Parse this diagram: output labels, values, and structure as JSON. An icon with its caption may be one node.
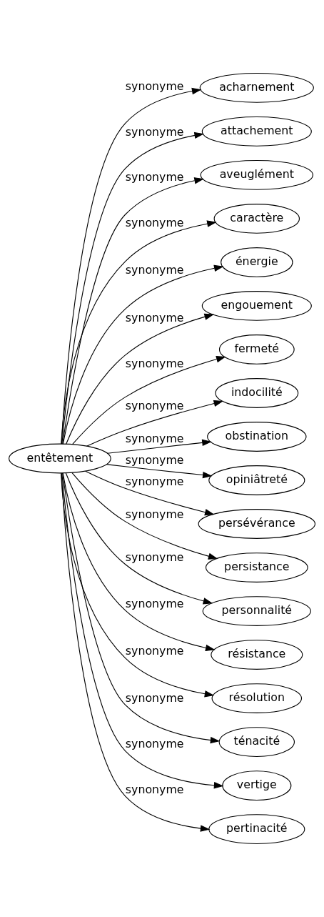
{
  "diagram": {
    "nodes": [
      {
        "text": [
          "entêtement"
        ]
      },
      {
        "text": [
          "acharnement"
        ]
      },
      {
        "text": [
          "attachement"
        ]
      },
      {
        "text": [
          "aveuglément"
        ]
      },
      {
        "text": [
          "caractère"
        ]
      },
      {
        "text": [
          "énergie"
        ]
      },
      {
        "text": [
          "engouement"
        ]
      },
      {
        "text": [
          "fermeté"
        ]
      },
      {
        "text": [
          "indocilité"
        ]
      },
      {
        "text": [
          "obstination"
        ]
      },
      {
        "text": [
          "opiniâtreté"
        ]
      },
      {
        "text": [
          "persévérance"
        ]
      },
      {
        "text": [
          "persistance"
        ]
      },
      {
        "text": [
          "personnalité"
        ]
      },
      {
        "text": [
          "résistance"
        ]
      },
      {
        "text": [
          "résolution"
        ]
      },
      {
        "text": [
          "ténacité"
        ]
      },
      {
        "text": [
          "vertige"
        ]
      },
      {
        "text": [
          "pertinacité"
        ]
      }
    ],
    "edges": [
      {
        "from": 0,
        "to": 1,
        "arrow": "to",
        "label": "synonyme"
      },
      {
        "from": 0,
        "to": 2,
        "arrow": "to",
        "label": "synonyme"
      },
      {
        "from": 0,
        "to": 3,
        "arrow": "to",
        "label": "synonyme"
      },
      {
        "from": 0,
        "to": 4,
        "arrow": "to",
        "label": "synonyme"
      },
      {
        "from": 0,
        "to": 5,
        "arrow": "to",
        "label": "synonyme"
      },
      {
        "from": 0,
        "to": 6,
        "arrow": "to",
        "label": "synonyme"
      },
      {
        "from": 0,
        "to": 7,
        "arrow": "to",
        "label": "synonyme"
      },
      {
        "from": 0,
        "to": 8,
        "arrow": "to",
        "label": "synonyme"
      },
      {
        "from": 0,
        "to": 9,
        "arrow": "to",
        "label": "synonyme"
      },
      {
        "from": 0,
        "to": 10,
        "arrow": "to",
        "label": "synonyme"
      },
      {
        "from": 0,
        "to": 11,
        "arrow": "to",
        "label": "synonyme"
      },
      {
        "from": 0,
        "to": 12,
        "arrow": "to",
        "label": "synonyme"
      },
      {
        "from": 0,
        "to": 13,
        "arrow": "to",
        "label": "synonyme"
      },
      {
        "from": 0,
        "to": 14,
        "arrow": "to",
        "label": "synonyme"
      },
      {
        "from": 0,
        "to": 15,
        "arrow": "to",
        "label": "synonyme"
      },
      {
        "from": 0,
        "to": 16,
        "arrow": "to",
        "label": "synonyme"
      },
      {
        "from": 0,
        "to": 17,
        "arrow": "to",
        "label": "synonyme"
      },
      {
        "from": 0,
        "to": 18,
        "arrow": "to",
        "label": "synonyme"
      }
    ]
  }
}
